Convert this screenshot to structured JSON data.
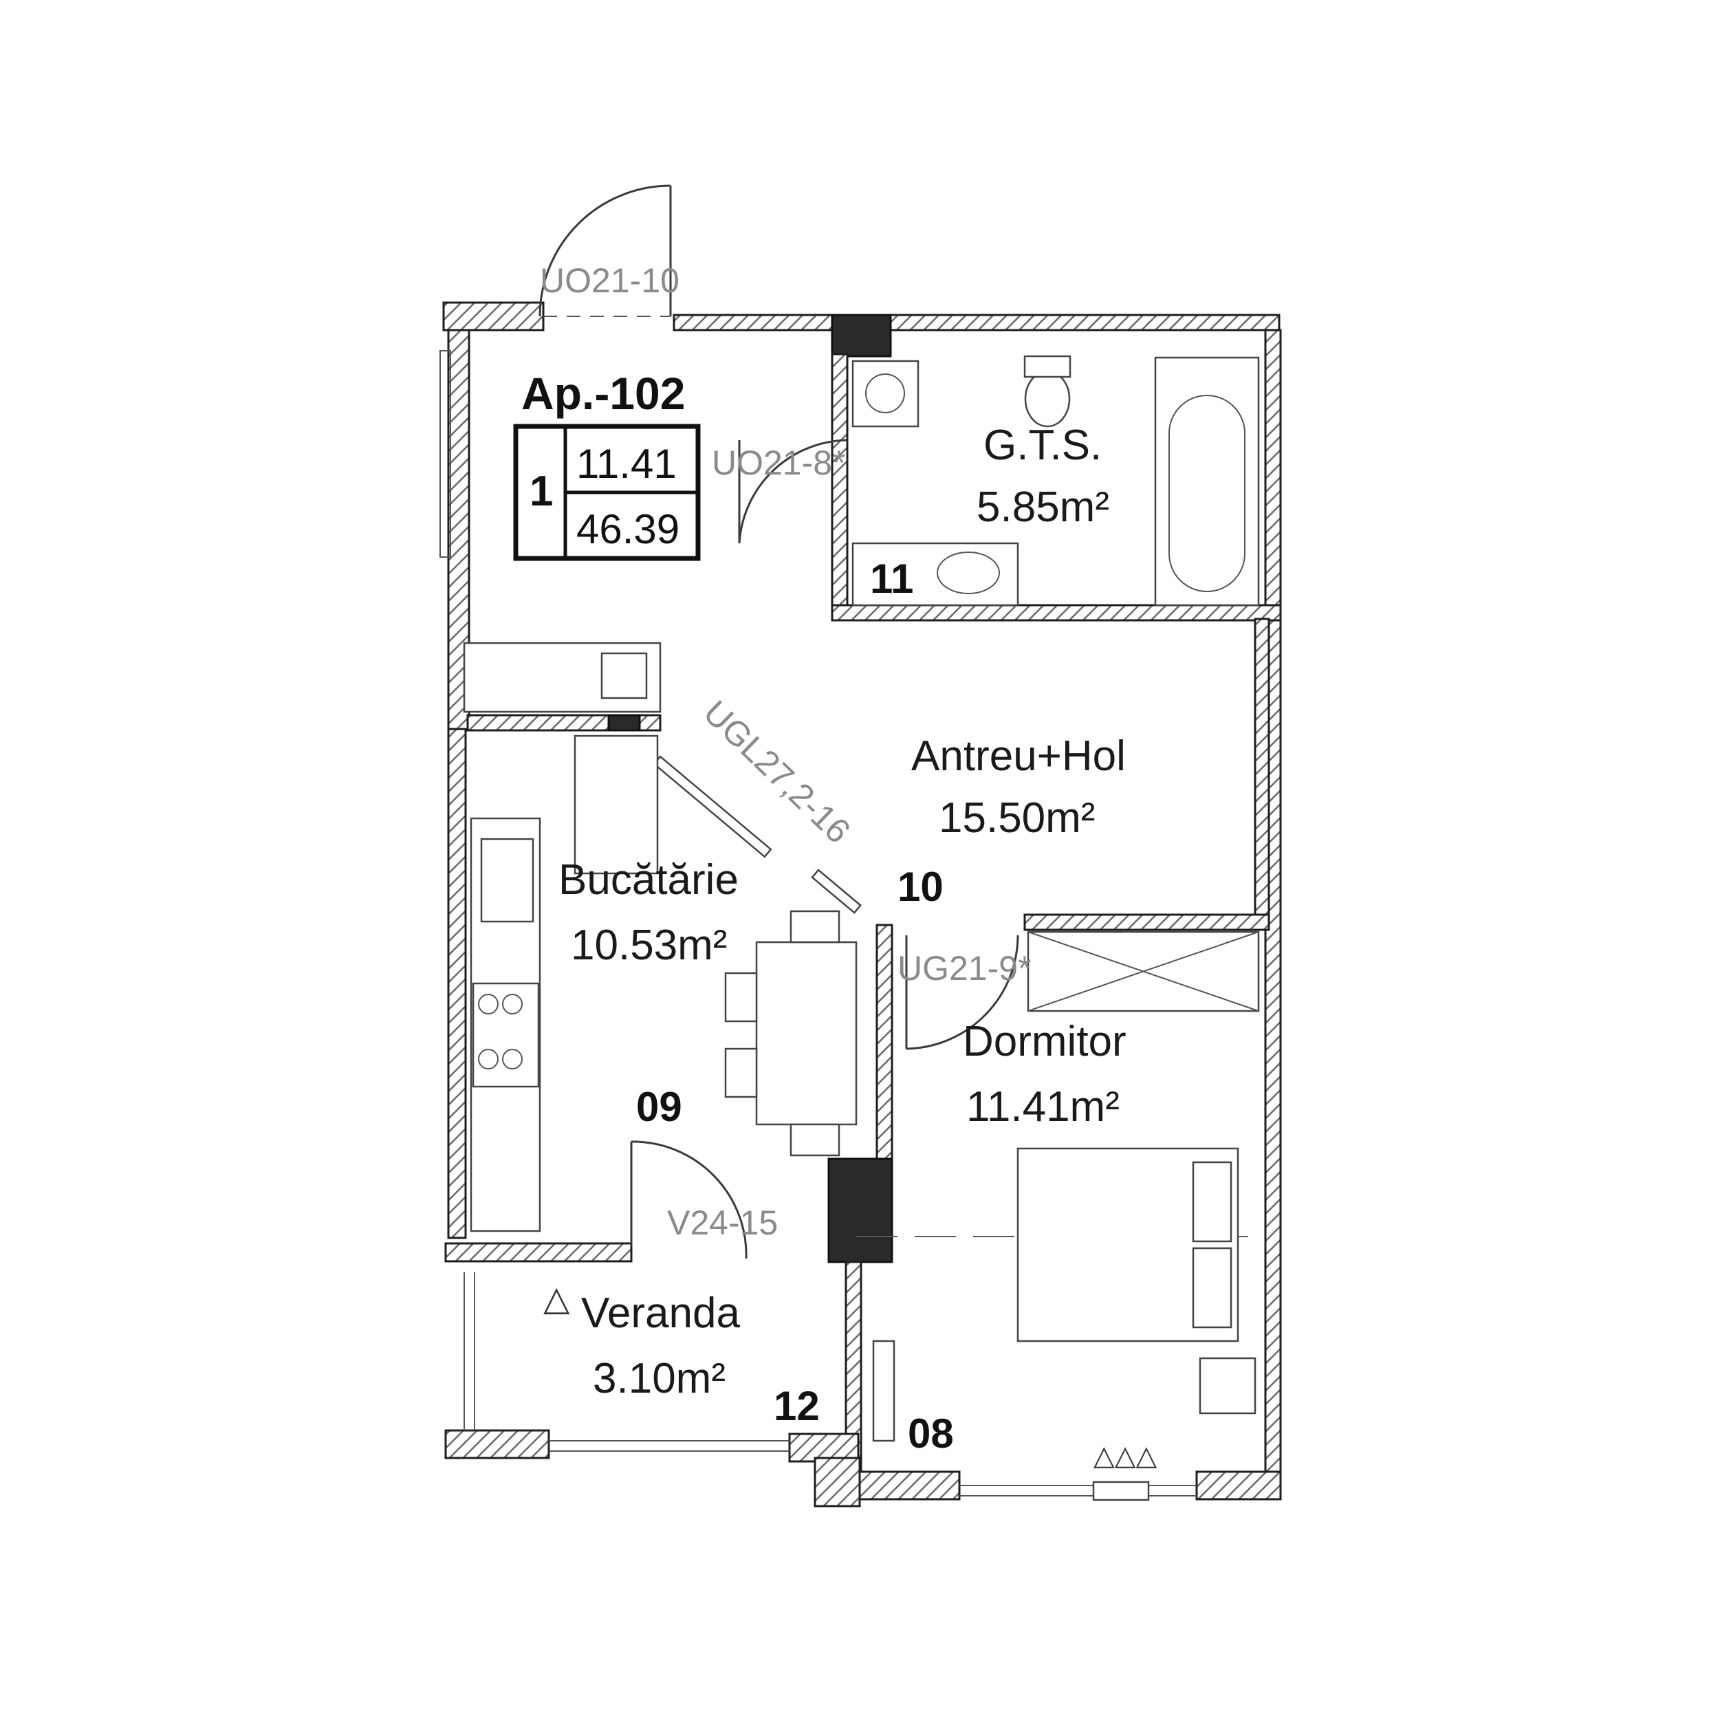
{
  "apartment": {
    "title": "Ap.-102",
    "rooms_count": "1",
    "living_area": "11.41",
    "total_area": "46.39"
  },
  "rooms": {
    "gts": {
      "name": "G.T.S.",
      "area": "5.85m²",
      "number": "11"
    },
    "hall": {
      "name": "Antreu+Hol",
      "area": "15.50m²",
      "number": "10"
    },
    "kitchen": {
      "name": "Bucătărie",
      "area": "10.53m²",
      "number": "09"
    },
    "bedroom": {
      "name": "Dormitor",
      "area": "11.41m²",
      "number": "08"
    },
    "veranda": {
      "name": "Veranda",
      "area": "3.10m²",
      "number": "12"
    }
  },
  "door_codes": {
    "entrance": "UO21-10",
    "bathroom": "UO21-8*",
    "kitchen_glass": "UGL27,2-16",
    "bedroom": "UG21-9*",
    "veranda": "V24-15"
  },
  "symbols": {
    "bedroom_triangles": "△△△",
    "veranda_marker": "△"
  }
}
